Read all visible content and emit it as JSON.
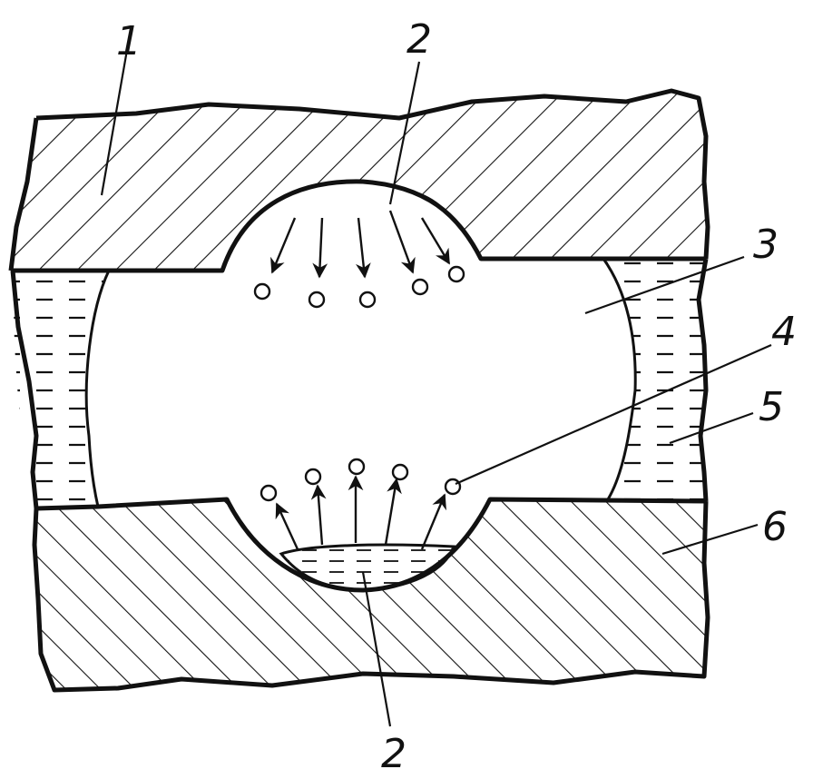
{
  "labels": {
    "part_1": "1",
    "part_2_top": "2",
    "part_2_bottom": "2",
    "part_3": "3",
    "part_4": "4",
    "part_5": "5",
    "part_6": "6"
  },
  "colors": {
    "ink": "#111111",
    "paper": "#ffffff"
  }
}
